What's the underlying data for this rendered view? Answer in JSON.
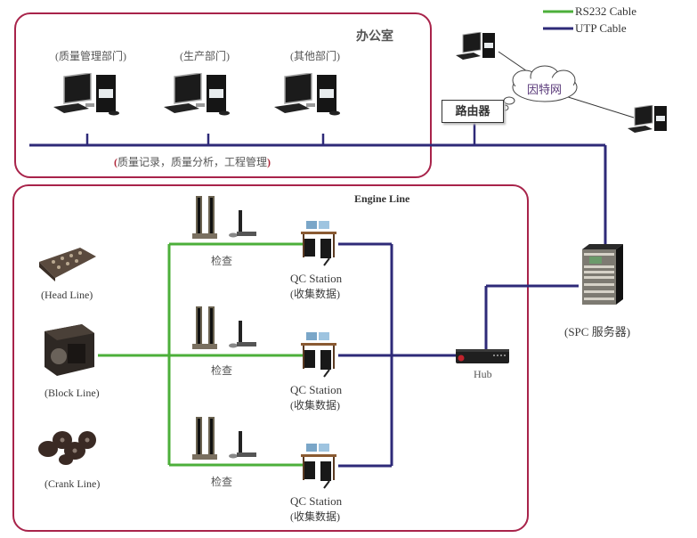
{
  "legend": {
    "items": [
      {
        "label": "RS232  Cable",
        "color": "#4caf3a"
      },
      {
        "label": "UTP  Cable",
        "color": "#2e2a78"
      }
    ]
  },
  "colors": {
    "zone_border": "#a8234a",
    "rs232": "#4caf3a",
    "utp": "#2e2a78",
    "highlight_paren": "#b0283a"
  },
  "office": {
    "title": "办公室",
    "departments": [
      {
        "label": "(质量管理部门)"
      },
      {
        "label": "(生产部门)"
      },
      {
        "label": "(其他部门)"
      }
    ],
    "functions_open": "(",
    "functions": "质量记录，质量分析，工程管理",
    "functions_close": ")"
  },
  "internet": {
    "cloud_label": "因特网",
    "router_label": "路由器"
  },
  "engine_line": {
    "title": "Engine Line",
    "lines": [
      {
        "label": "(Head Line)"
      },
      {
        "label": "(Block Line)"
      },
      {
        "label": "(Crank Line)"
      }
    ],
    "inspections": [
      {
        "label": "检查"
      },
      {
        "label": "检查"
      },
      {
        "label": "检查"
      }
    ],
    "stations": [
      {
        "name": "QC Station",
        "sub": "(收集数据)"
      },
      {
        "name": "QC Station",
        "sub": "(收集数据)"
      },
      {
        "name": "QC Station",
        "sub": "(收集数据)"
      }
    ],
    "hub_label": "Hub"
  },
  "server": {
    "label": "(SPC  服务器)"
  }
}
